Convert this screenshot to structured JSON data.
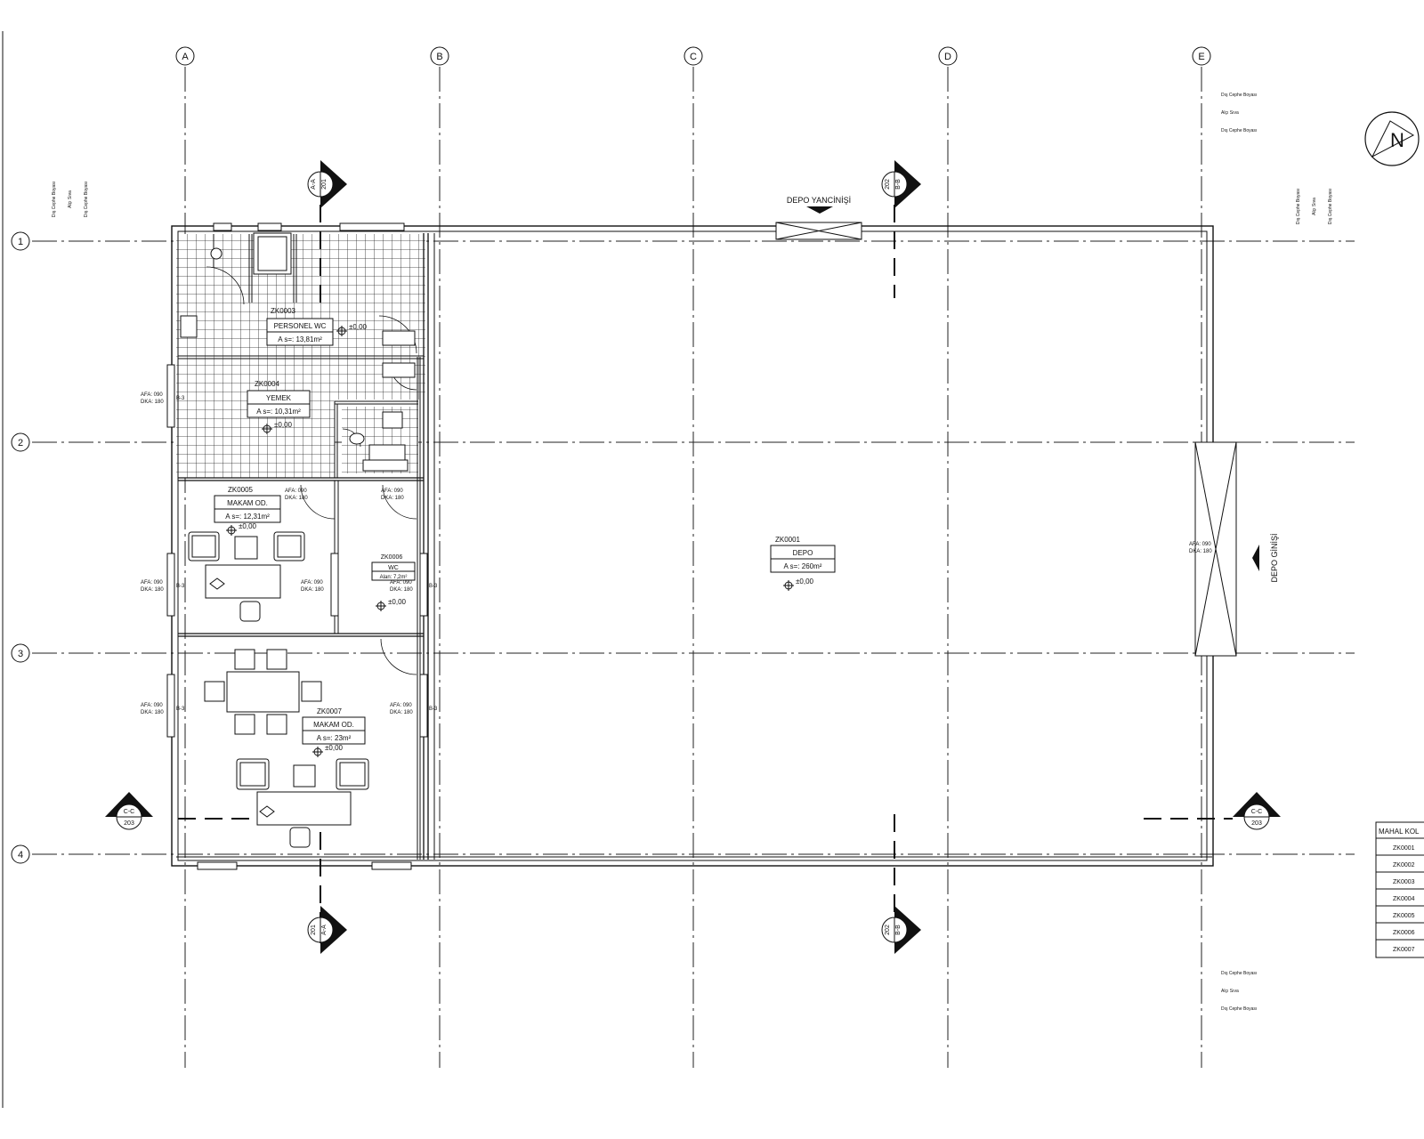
{
  "grid": {
    "columns": [
      "A",
      "B",
      "C",
      "D",
      "E"
    ],
    "rows": [
      "1",
      "2",
      "3",
      "4"
    ]
  },
  "north_arrow": {
    "label": "N"
  },
  "sections": {
    "aa_label": "A-A",
    "aa_sheet": "201",
    "bb_label": "B-B",
    "bb_sheet": "202",
    "cc_label": "C-C",
    "cc_sheet": "203"
  },
  "entries": {
    "side_label": "DEPO YANCİNİŞİ",
    "main_label": "DEPO GİNİŞİ"
  },
  "rooms": [
    {
      "code": "ZK0003",
      "name": "PERSONEL WC",
      "area": "A s=: 13,81m²"
    },
    {
      "code": "ZK0004",
      "name": "YEMEK",
      "area": "A s=: 10,31m²"
    },
    {
      "code": "ZK0005",
      "name": "MAKAM OD.",
      "area": "A s=: 12,31m²"
    },
    {
      "code": "ZK0006",
      "name": "WC",
      "area": "Alan: 7,2m²"
    },
    {
      "code": "ZK0007",
      "name": "MAKAM OD.",
      "area": "A s=: 23m²"
    },
    {
      "code": "ZK0001",
      "name": "DEPO",
      "area": "A s=: 260m²"
    }
  ],
  "levels": {
    "zero": "±0,00"
  },
  "door_tags": {
    "top": "AFA: 090",
    "bottom": "DKA: 180",
    "code": "B-3"
  },
  "schedule": {
    "header": "MAHAL KOL",
    "rows": [
      "ZK0001",
      "ZK0002",
      "ZK0003",
      "ZK0004",
      "ZK0005",
      "ZK0006",
      "ZK0007"
    ]
  },
  "notes": {
    "line1": "Dış Cephe Boyası",
    "line2": "Alçı Sıva",
    "line3": "Dış Cephe Boyası"
  }
}
